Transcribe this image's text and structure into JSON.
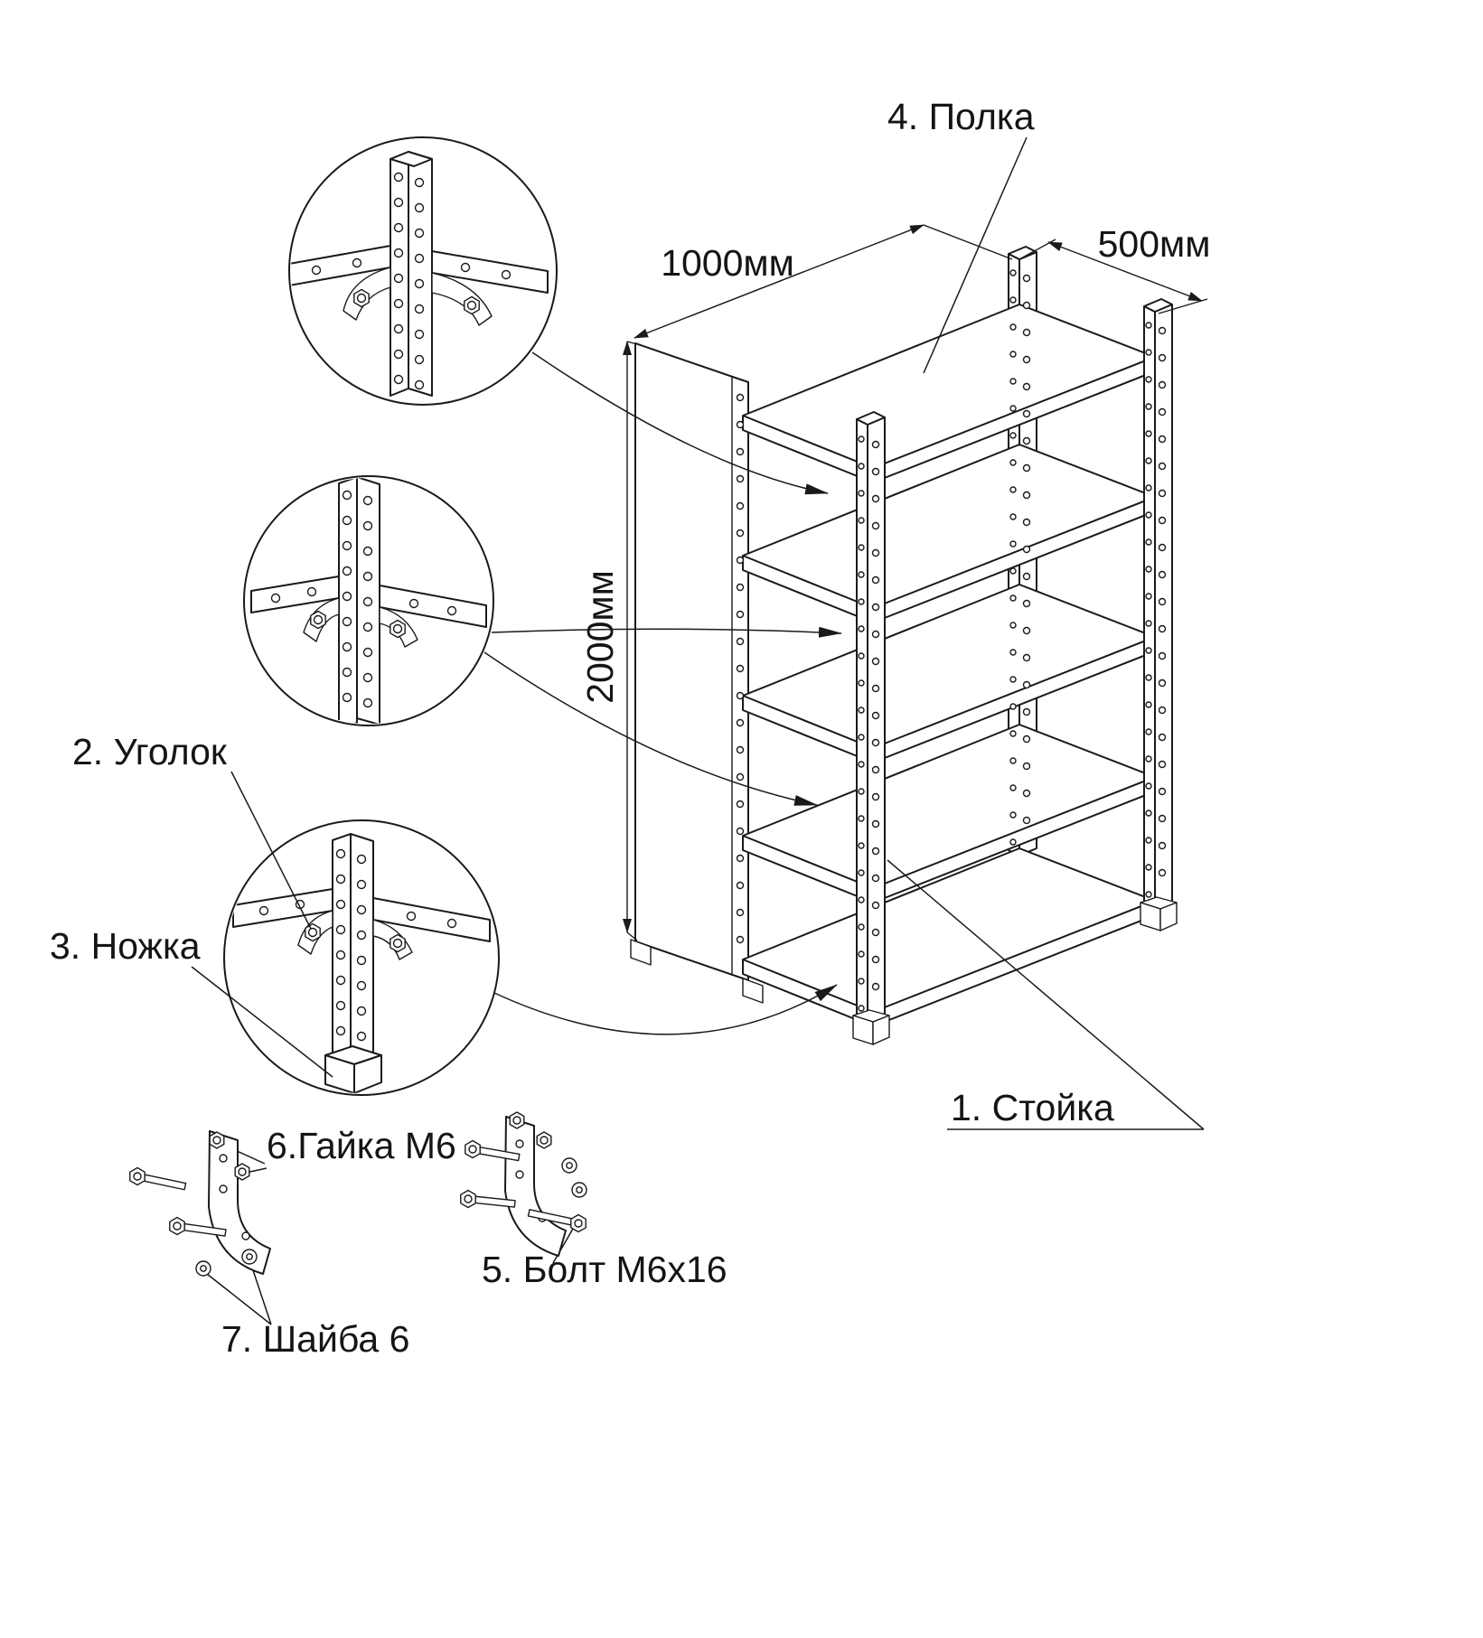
{
  "parts": {
    "part1": "1. Стойка",
    "part2": "2. Уголок",
    "part3": "3. Ножка",
    "part4": "4. Полка",
    "part5": "5. Болт М6х16",
    "part6": "6.Гайка М6",
    "part7": "7. Шайба 6"
  },
  "dimensions": {
    "width": "1000мм",
    "depth": "500мм",
    "height": "2000мм"
  },
  "colors": {
    "line": "#1a1a1a",
    "background": "#ffffff"
  }
}
